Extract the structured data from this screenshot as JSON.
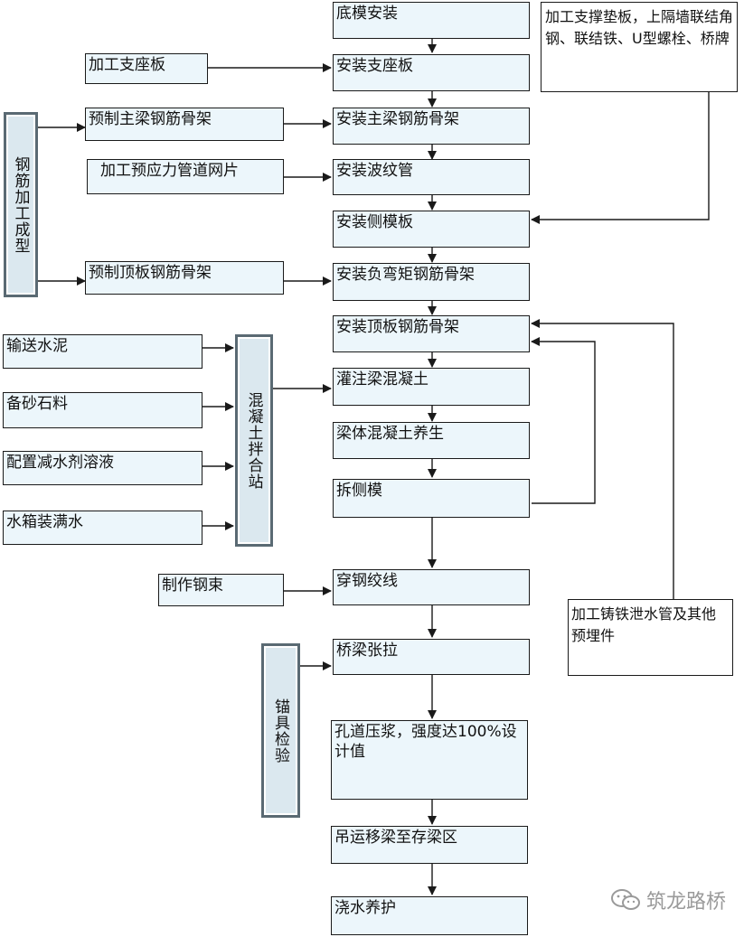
{
  "flow": {
    "main": [
      "底模安装",
      "安装支座板",
      "安装主梁钢筋骨架",
      "安装波纹管",
      "安装侧模板",
      "安装负弯矩钢筋骨架",
      "安装顶板钢筋骨架",
      "灌注梁混凝土",
      "梁体混凝土养生",
      "拆侧模",
      "穿钢绞线",
      "桥梁张拉",
      "孔道压浆，强度达100%设计值",
      "吊运移梁至存梁区",
      "浇水养护"
    ],
    "side": {
      "support_plate": "加工支座板",
      "main_cage": "预制主梁钢筋骨架",
      "duct_mesh": "加工预应力管道网片",
      "top_cage": "预制顶板钢筋骨架",
      "cement": "输送水泥",
      "aggregate": "备砂石料",
      "admixture": "配置减水剂溶液",
      "water": "水箱装满水",
      "strand": "制作钢束",
      "pads": "加工支撑垫板，上隔墙联结角钢、联结铁、U型螺栓、桥牌",
      "drain": "加工铸铁泄水管及其他预埋件"
    },
    "vertical": {
      "rebar": "钢筋加工成型",
      "mixing": "混凝土拌合站",
      "anchor": "锚具检验"
    }
  },
  "watermark": {
    "text": "筑龙路桥",
    "icon": "wechat-icon"
  },
  "colors": {
    "box_fill": "#ecf6fb",
    "vertical_fill": "#dbe8ef",
    "line": "#1a1a1a"
  }
}
